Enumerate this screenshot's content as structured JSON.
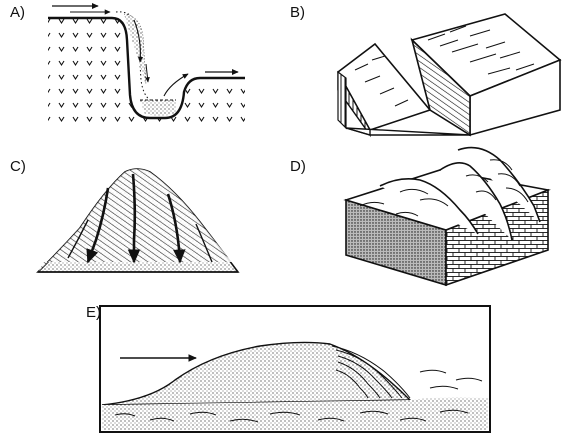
{
  "panels": {
    "a": {
      "label": "A)"
    },
    "b": {
      "label": "B)"
    },
    "c": {
      "label": "C)"
    },
    "d": {
      "label": "D)"
    },
    "e": {
      "label": "E)"
    }
  }
}
